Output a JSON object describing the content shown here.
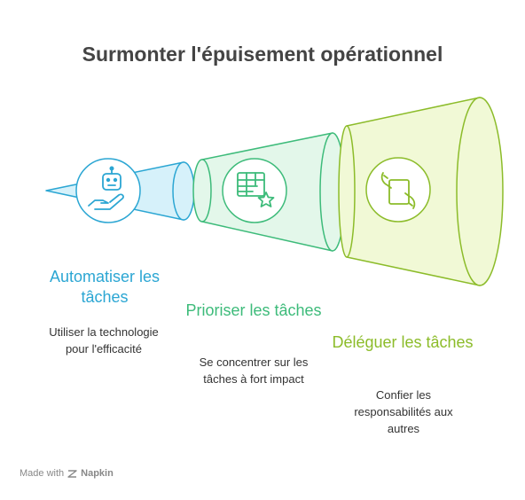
{
  "title": "Surmonter l'épuisement opérationnel",
  "steps": [
    {
      "title": "Automatiser les tâches",
      "description": "Utiliser la technologie pour l'efficacité",
      "icon": "robot-hand-icon",
      "color": "#2ba6d3"
    },
    {
      "title": "Prioriser les tâches",
      "description": "Se concentrer sur les tâches à fort impact",
      "icon": "table-star-icon",
      "color": "#3dbb7a"
    },
    {
      "title": "Déléguer les tâches",
      "description": "Confier les responsabilités aux autres",
      "icon": "hand-off-icon",
      "color": "#8cbc2a"
    }
  ],
  "footer": {
    "made_with": "Made with",
    "brand": "Napkin"
  }
}
